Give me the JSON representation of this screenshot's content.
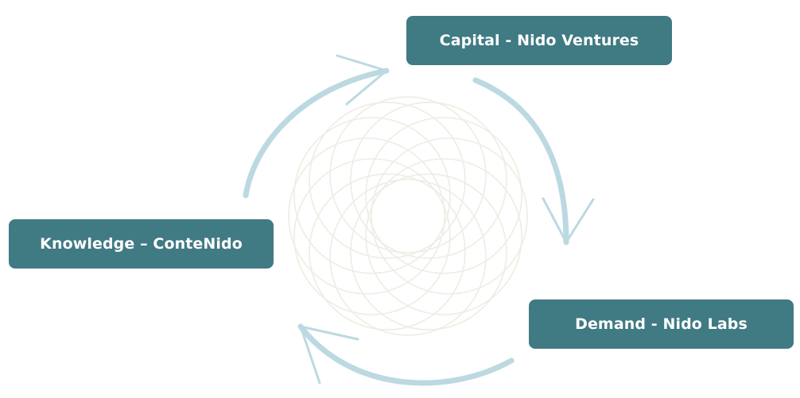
{
  "colors": {
    "node_fill": "#407a83",
    "node_text": "#ffffff",
    "arrow": "#bcd9e1",
    "rosette": "#efece3"
  },
  "nodes": {
    "capital": {
      "label": "Capital - Nido Ventures"
    },
    "knowledge": {
      "label": "Knowledge – ConteNido"
    },
    "demand": {
      "label": "Demand - Nido Labs"
    }
  },
  "decoration": {
    "center_graphic": "circle-rosette",
    "arrows": [
      "knowledge-to-capital-arrow",
      "capital-to-demand-arrow",
      "demand-to-knowledge-arrow"
    ]
  }
}
